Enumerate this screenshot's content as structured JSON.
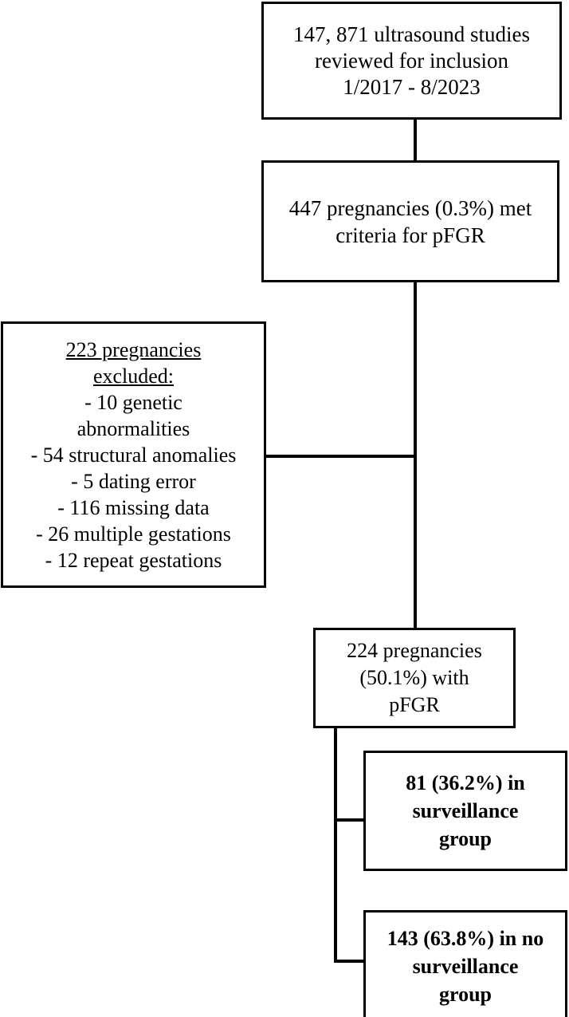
{
  "diagram": {
    "title": "pFGR study cohort flow diagram",
    "colors": {
      "stroke": "#000000",
      "background": "#ffffff",
      "text": "#000000"
    },
    "nodes": {
      "reviewed": {
        "name": "ultrasound-studies-reviewed",
        "lines": [
          "147, 871 ultrasound studies",
          "reviewed for inclusion",
          "1/2017 - 8/2023"
        ]
      },
      "met_criteria": {
        "name": "pregnancies-met-criteria",
        "lines": [
          "447 pregnancies (0.3%) met",
          "criteria for pFGR"
        ]
      },
      "excluded": {
        "name": "pregnancies-excluded",
        "heading": [
          "223 pregnancies",
          "excluded:"
        ],
        "lines": [
          "- 10 genetic",
          "abnormalities",
          "- 54 structural anomalies",
          "- 5 dating error",
          "- 116 missing  data",
          "- 26 multiple  gestations",
          "- 12 repeat gestations"
        ]
      },
      "final_cohort": {
        "name": "final-pregnancies-with-pfgr",
        "lines": [
          "224 pregnancies",
          "(50.1%) with",
          "pFGR"
        ]
      },
      "surveillance": {
        "name": "surveillance-group",
        "lines": [
          "81 (36.2%) in",
          "surveillance",
          "group"
        ]
      },
      "no_surveillance": {
        "name": "no-surveillance-group",
        "lines": [
          "143 (63.8%) in no",
          "surveillance",
          "group"
        ]
      }
    },
    "chart_data": {
      "type": "diagram",
      "flow": [
        {
          "step": "reviewed",
          "count": 147871,
          "label": "147, 871 ultrasound studies reviewed for inclusion",
          "period": "1/2017 - 8/2023"
        },
        {
          "step": "met_criteria",
          "count": 447,
          "percent": 0.3,
          "label": "447 pregnancies (0.3%) met criteria for pFGR"
        },
        {
          "step": "excluded",
          "count": 223,
          "label": "223 pregnancies excluded",
          "reasons": [
            {
              "count": 10,
              "reason": "genetic abnormalities"
            },
            {
              "count": 54,
              "reason": "structural anomalies"
            },
            {
              "count": 5,
              "reason": "dating error"
            },
            {
              "count": 116,
              "reason": "missing data"
            },
            {
              "count": 26,
              "reason": "multiple gestations"
            },
            {
              "count": 12,
              "reason": "repeat gestations"
            }
          ]
        },
        {
          "step": "final_cohort",
          "count": 224,
          "percent": 50.1,
          "label": "224 pregnancies (50.1%) with pFGR"
        },
        {
          "step": "surveillance",
          "count": 81,
          "percent": 36.2,
          "label": "81 (36.2%) in surveillance group"
        },
        {
          "step": "no_surveillance",
          "count": 143,
          "percent": 63.8,
          "label": "143 (63.8%) in no surveillance group"
        }
      ]
    }
  }
}
